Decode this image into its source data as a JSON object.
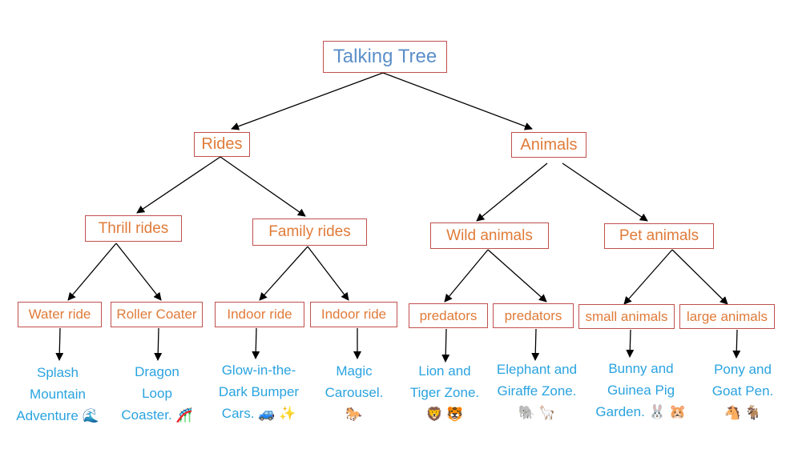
{
  "root": "Talking Tree",
  "rides": {
    "label": "Rides",
    "thrill": {
      "label": "Thrill rides",
      "water": {
        "label": "Water ride",
        "leaf": [
          "Splash",
          "Mountain",
          "Adventure 🌊"
        ]
      },
      "coaster": {
        "label": "Roller Coater",
        "leaf": [
          "Dragon",
          "Loop",
          "Coaster. 🎢"
        ]
      }
    },
    "family": {
      "label": "Family rides",
      "indoor1": {
        "label": "Indoor ride",
        "leaf": [
          "Glow-in-the-",
          "Dark Bumper",
          "Cars. 🚙 ✨"
        ]
      },
      "indoor2": {
        "label": "Indoor ride",
        "leaf": [
          "Magic",
          "Carousel.",
          "🐎"
        ]
      }
    }
  },
  "animals": {
    "label": "Animals",
    "wild": {
      "label": "Wild animals",
      "pred1": {
        "label": "predators",
        "leaf": [
          "Lion and",
          "Tiger Zone.",
          "🦁 🐯"
        ]
      },
      "pred2": {
        "label": "predators",
        "leaf": [
          "Elephant and",
          "Giraffe Zone.",
          "🐘 🦙"
        ]
      }
    },
    "pet": {
      "label": "Pet animals",
      "small": {
        "label": "small animals",
        "leaf": [
          "Bunny and",
          "Guinea Pig",
          "Garden. 🐰 🐹"
        ]
      },
      "large": {
        "label": "large animals",
        "leaf": [
          "Pony and",
          "Goat Pen.",
          "🐴 🐐"
        ]
      }
    }
  }
}
